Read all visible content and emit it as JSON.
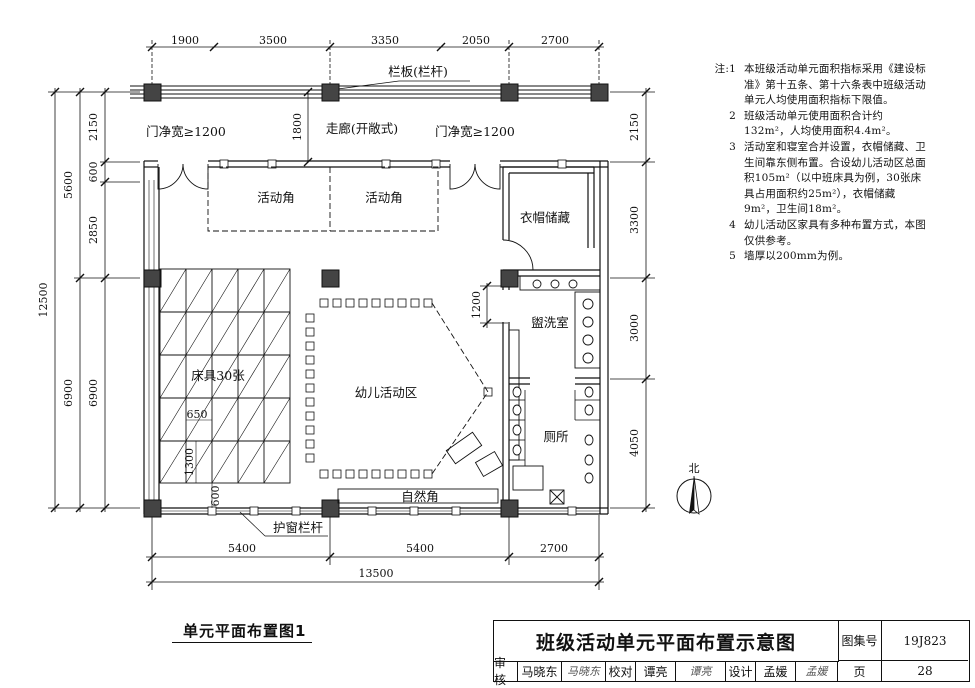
{
  "dimensions": {
    "top": [
      "1900",
      "3500",
      "3350",
      "2050",
      "2700"
    ],
    "bottom": [
      "5400",
      "5400",
      "2700"
    ],
    "bottom_total": "13500",
    "left_outer": [
      "5600",
      "6900"
    ],
    "left_total": "12500",
    "left_inner": [
      "2150",
      "600",
      "2850",
      "6900"
    ],
    "right": [
      "2150",
      "3300",
      "3000",
      "4050"
    ],
    "corridor_width": "1800",
    "inner_1200": "1200",
    "bed_650": "650",
    "bed_1300": "1300",
    "bed_600": "600"
  },
  "labels": {
    "railing": "栏板(栏杆)",
    "corridor": "走廊(开敞式)",
    "door_left": "门净宽≥1200",
    "door_right": "门净宽≥1200",
    "activity_corner_1": "活动角",
    "activity_corner_2": "活动角",
    "wardrobe": "衣帽储藏",
    "washroom": "盥洗室",
    "toilet": "厕所",
    "beds": "床具30张",
    "child_area": "幼儿活动区",
    "nature_corner": "自然角",
    "window_railing": "护窗栏杆",
    "north": "北"
  },
  "notes": {
    "prefix": "注:",
    "items": [
      {
        "num": "1",
        "text": "本班级活动单元面积指标采用《建设标准》第十五条、第十六条表中班级活动单元人均使用面积指标下限值。"
      },
      {
        "num": "2",
        "text": "班级活动单元使用面积合计约132m²，人均使用面积4.4m²。"
      },
      {
        "num": "3",
        "text": "活动室和寝室合并设置，衣帽储藏、卫生间靠东侧布置。合设幼儿活动区总面积105m²（以中班床具为例，30张床具占用面积约25m²），衣帽储藏9m²，卫生间18m²。"
      },
      {
        "num": "4",
        "text": "幼儿活动区家具有多种布置方式，本图仅供参考。"
      },
      {
        "num": "5",
        "text": "墙厚以200mm为例。"
      }
    ]
  },
  "plan_title": "单元平面布置图1",
  "title_block": {
    "main_title": "班级活动单元平面布置示意图",
    "atlas_label": "图集号",
    "atlas_no": "19J823",
    "review_label": "审核",
    "reviewer": "马晓东",
    "reviewer_sig": "马晓东",
    "check_label": "校对",
    "checker": "谭亮",
    "checker_sig": "谭亮",
    "design_label": "设计",
    "designer": "孟媛",
    "designer_sig": "孟媛",
    "page_label": "页",
    "page_no": "28"
  }
}
